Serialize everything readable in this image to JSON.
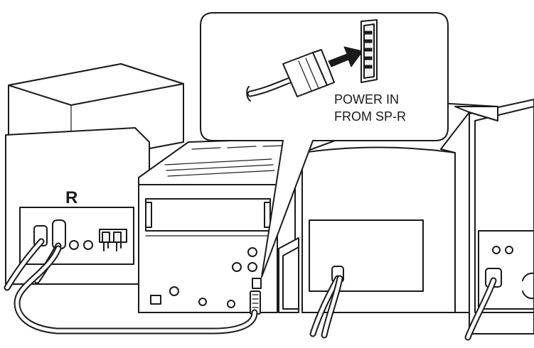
{
  "speaker_label": "R",
  "callout": {
    "line1": "POWER IN",
    "line2": "FROM SP-R"
  },
  "colors": {
    "line": "#1a1a1a",
    "fill": "#ffffff",
    "shade": "#f2f2f2"
  }
}
